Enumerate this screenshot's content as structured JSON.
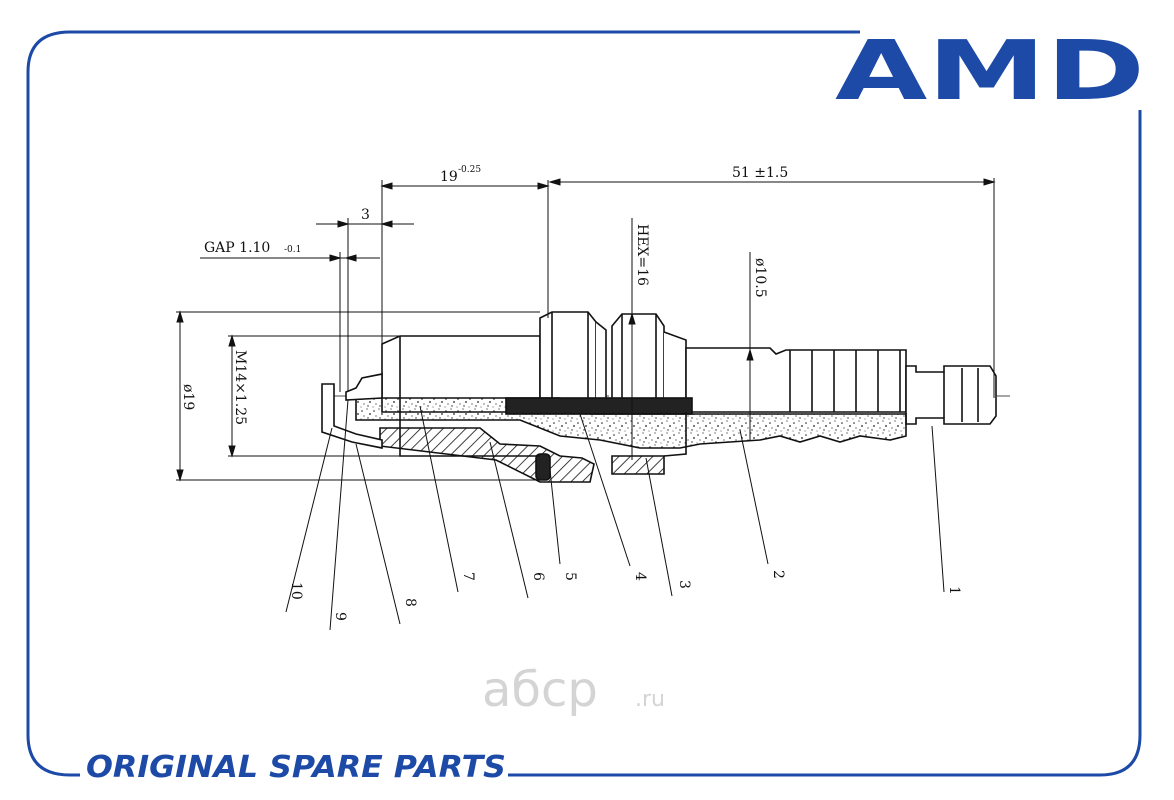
{
  "brand": {
    "logo_text": "AMD",
    "tagline": "ORIGINAL SPARE PARTS",
    "accent_color": "#1c4aa6"
  },
  "watermark": {
    "main": "aбcp",
    "suffix": ".ru"
  },
  "dimensions": {
    "overall_length": "51 ±1.5",
    "thread_reach": "19",
    "thread_reach_tol": "-0.25",
    "tip_offset": "3",
    "gap": "GAP 1.10",
    "gap_tol": "-0.1",
    "hex": "HEX=16",
    "terminal_dia": "ø10.5",
    "seat_dia": "ø19",
    "thread": "M14×1.25"
  },
  "callouts": [
    "1",
    "2",
    "3",
    "4",
    "5",
    "6",
    "7",
    "8",
    "9",
    "10"
  ]
}
